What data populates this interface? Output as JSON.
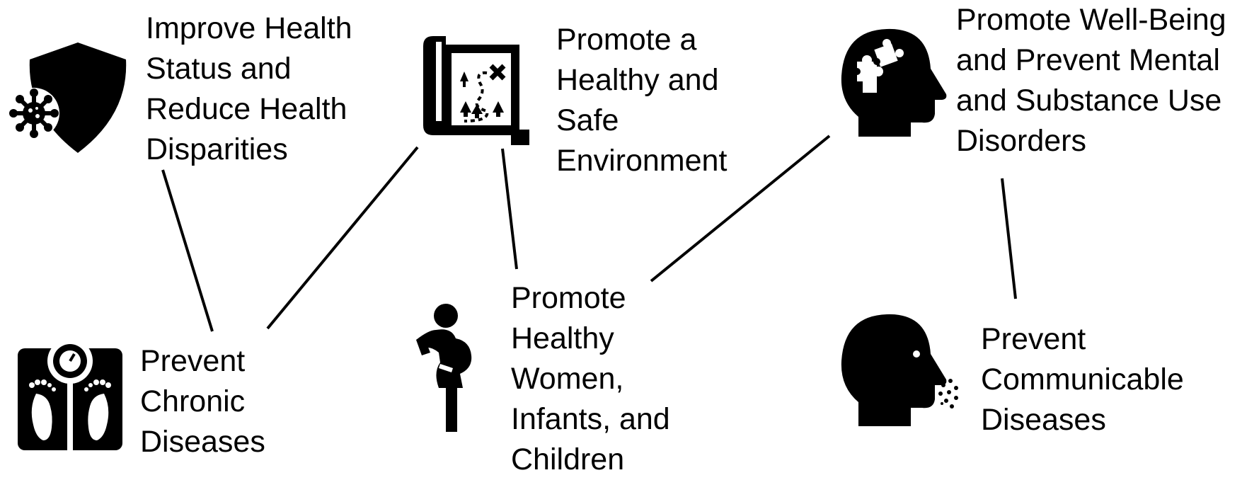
{
  "goals": {
    "health_status": {
      "label_lines": [
        "Improve Health",
        "Status and",
        "Reduce Health",
        "Disparities"
      ],
      "icon": "shield-virus-icon"
    },
    "environment": {
      "label_lines": [
        "Promote a",
        "Healthy and",
        "Safe",
        "Environment"
      ],
      "icon": "treasure-map-icon"
    },
    "mental_health": {
      "label_lines": [
        "Promote Well-Being",
        "and Prevent Mental",
        "and Substance Use",
        "Disorders"
      ],
      "icon": "head-puzzle-icon"
    },
    "chronic": {
      "label_lines": [
        "Prevent",
        "Chronic",
        "Diseases"
      ],
      "icon": "weight-scale-icon"
    },
    "maternal": {
      "label_lines": [
        "Promote",
        "Healthy",
        "Women,",
        "Infants, and",
        "Children"
      ],
      "icon": "pregnant-woman-icon"
    },
    "communicable": {
      "label_lines": [
        "Prevent",
        "Communicable",
        "Diseases"
      ],
      "icon": "head-cough-icon"
    }
  },
  "connections": [
    [
      "health_status",
      "chronic"
    ],
    [
      "environment",
      "chronic"
    ],
    [
      "environment",
      "maternal"
    ],
    [
      "mental_health",
      "maternal"
    ],
    [
      "mental_health",
      "communicable"
    ]
  ],
  "colors": {
    "ink": "#000000",
    "background": "#ffffff"
  }
}
